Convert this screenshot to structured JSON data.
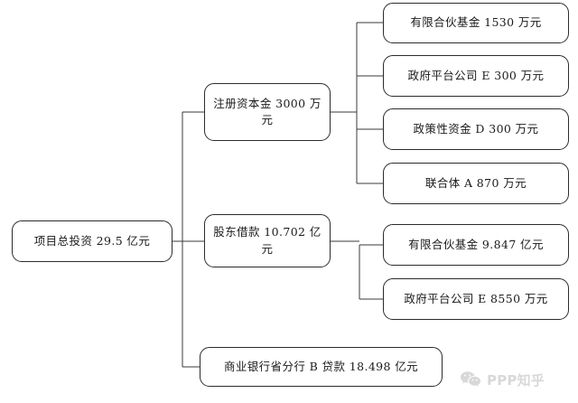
{
  "diagram": {
    "type": "tree",
    "orientation": "left-to-right",
    "title": "",
    "root": {
      "id": "root",
      "label": "项目总投资 29.5 亿元",
      "value": 29.5,
      "unit": "亿元"
    },
    "level2": [
      {
        "id": "cap",
        "label": "注册资本金 3000 万元",
        "value": 3000,
        "unit": "万元"
      },
      {
        "id": "loan",
        "label": "股东借款 10.702 亿元",
        "value": 10.702,
        "unit": "亿元"
      },
      {
        "id": "bank",
        "label": "商业银行省分行 B 贷款 18.498 亿元",
        "value": 18.498,
        "unit": "亿元"
      }
    ],
    "leaves_capital": [
      {
        "id": "lp1",
        "label": "有限合伙基金 1530 万元",
        "value": 1530,
        "unit": "万元"
      },
      {
        "id": "gov1",
        "label": "政府平台公司 E 300 万元",
        "value": 300,
        "unit": "万元"
      },
      {
        "id": "pol",
        "label": "政策性资金 D 300 万元",
        "value": 300,
        "unit": "万元"
      },
      {
        "id": "cons",
        "label": "联合体 A 870 万元",
        "value": 870,
        "unit": "万元"
      }
    ],
    "leaves_loan": [
      {
        "id": "lp2",
        "label": "有限合伙基金 9.847 亿元",
        "value": 9.847,
        "unit": "亿元"
      },
      {
        "id": "gov2",
        "label": "政府平台公司 E 8550 万元",
        "value": 8550,
        "unit": "万元"
      }
    ]
  },
  "watermark": {
    "text": "PPP知乎",
    "icon": "wechat-logo-icon"
  },
  "colors": {
    "background": "#ffffff",
    "node_border": "#2b2b2b",
    "node_fill": "#ffffff",
    "connector": "#3a3a3a",
    "text": "#1a1a1a",
    "watermark": "#9a9a9a"
  }
}
